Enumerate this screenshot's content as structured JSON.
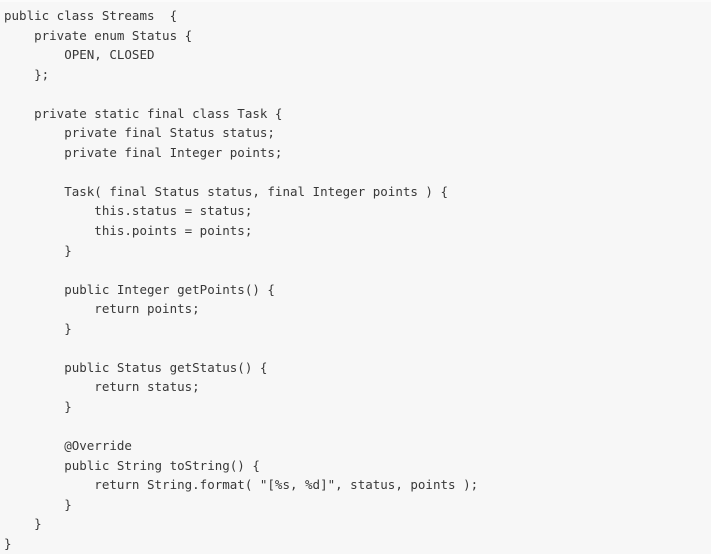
{
  "page": {
    "background_color": "#f7f7f7",
    "text_color": "#383838"
  },
  "code": {
    "language": "java",
    "lines": [
      "public class Streams  {",
      "    private enum Status {",
      "        OPEN, CLOSED",
      "    };",
      "",
      "    private static final class Task {",
      "        private final Status status;",
      "        private final Integer points;",
      "",
      "        Task( final Status status, final Integer points ) {",
      "            this.status = status;",
      "            this.points = points;",
      "        }",
      "",
      "        public Integer getPoints() {",
      "            return points;",
      "        }",
      "",
      "        public Status getStatus() {",
      "            return status;",
      "        }",
      "",
      "        @Override",
      "        public String toString() {",
      "            return String.format( \"[%s, %d]\", status, points );",
      "        }",
      "    }",
      "}"
    ]
  }
}
